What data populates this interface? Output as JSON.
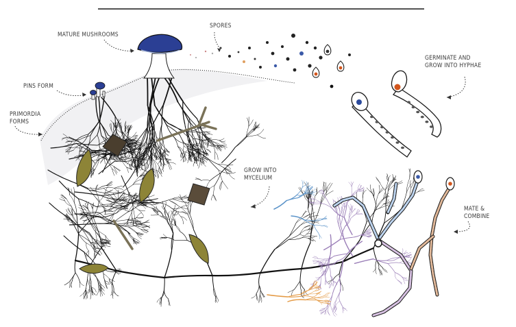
{
  "labels": {
    "mature_mushrooms": "MATURE MUSHROOMS",
    "spores": "SPORES",
    "pins_form": "PINS FORM",
    "primordia_1": "PRIMORDIA",
    "primordia_2": "FORMS",
    "germinate_1": "GERMINATE AND",
    "germinate_2": "GROW INTO HYPHAE",
    "mycelium_1": "GROW INTO",
    "mycelium_2": "MYCELIUM",
    "mate_1": "MATE &",
    "mate_2": "COMBINE"
  },
  "colors": {
    "ink": "#1a1a1a",
    "mushroom_cap": "#2b3f94",
    "spore_blue": "#3b5aa8",
    "spore_orange": "#d2561d",
    "leaf": "#8d8437",
    "bark": "#4a3e2e",
    "mycelium_purple": "#9b7fb8",
    "mycelium_blue": "#5b93c9",
    "mycelium_orange": "#e49a45"
  }
}
